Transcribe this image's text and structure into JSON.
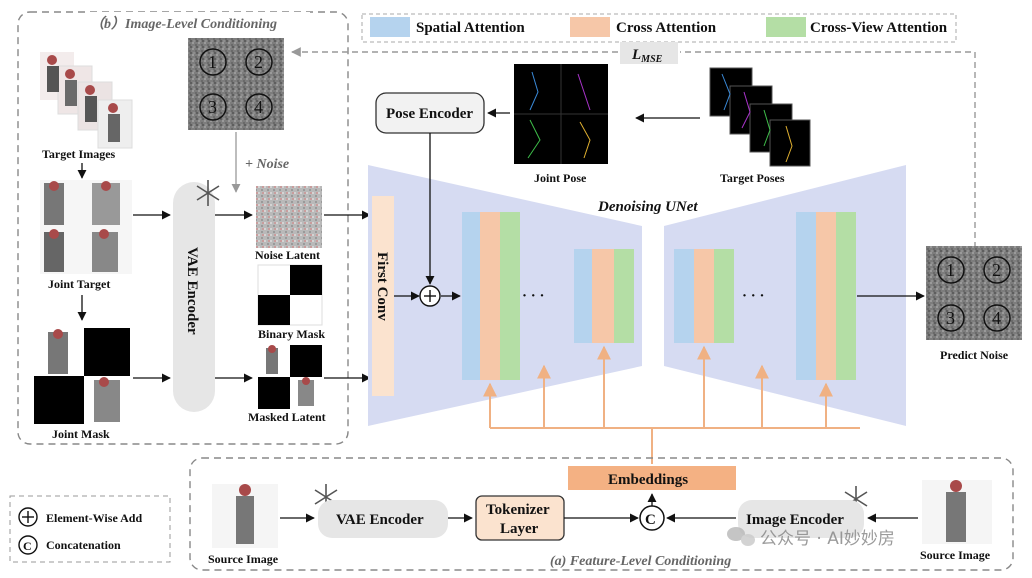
{
  "legend": {
    "spatial": "Spatial Attention",
    "cross": "Cross Attention",
    "crossview": "Cross-View Attention"
  },
  "colors": {
    "spatial": "#b5d3ee",
    "cross": "#f6c7a8",
    "crossview": "#b4dea5",
    "unet": "#d6dbf2",
    "embeddings": "#f4b183",
    "conv": "#fbe3cf",
    "arrow_orange": "#f0b183"
  },
  "image_level": {
    "title": "（b）Image-Level Conditioning",
    "target_images": "Target Images",
    "joint_target": "Joint Target",
    "joint_mask": "Joint Mask",
    "noise_label": "+ Noise",
    "noise_latent": "Noise Latent",
    "binary_mask": "Binary Mask",
    "masked_latent": "Masked   Latent",
    "vae_encoder": "VAE  Encoder",
    "noise_numbers": [
      "1",
      "2",
      "3",
      "4"
    ]
  },
  "loss": {
    "symbol": "L",
    "subscript": "MSE"
  },
  "pose_encoder": "Pose Encoder",
  "joint_pose": "Joint Pose",
  "target_poses": "Target Poses",
  "first_conv": "First   Conv",
  "unet_title": "Denoising UNet",
  "ellipsis": "· · ·",
  "predict_noise": "Predict Noise",
  "predict_numbers": [
    "1",
    "2",
    "3",
    "4"
  ],
  "feature_level": {
    "title": "(a) Feature-Level Conditioning",
    "embeddings": "Embeddings",
    "vae_encoder": "VAE Encoder",
    "tokenizer": [
      "Tokenizer",
      "Layer"
    ],
    "concat_symbol": "C",
    "image_encoder": "Image Encoder",
    "source_image_left": "Source Image",
    "source_image_right": "Source Image"
  },
  "key": {
    "add": "Element-Wise Add",
    "concat": "Concatenation",
    "add_symbol": "+",
    "concat_symbol": "C"
  },
  "watermark": "公众号 · AI妙妙房"
}
